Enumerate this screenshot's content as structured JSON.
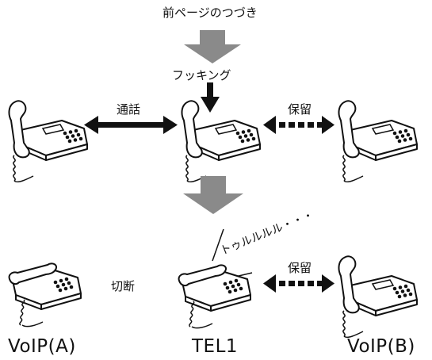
{
  "header": {
    "continued_text": "前ページのつづき"
  },
  "labels": {
    "hookflash": "フッキング",
    "talk": "通話",
    "hold_top": "保留",
    "hold_bottom": "保留",
    "disconnect": "切断",
    "ring": "トゥルルルル・・・"
  },
  "endpoints": {
    "left": "VoIP(A)",
    "center": "TEL1",
    "right": "VoIP(B)"
  },
  "colors": {
    "arrow_gray": "#8a8a8a",
    "line": "#111111",
    "phone_fill": "#ffffff"
  }
}
